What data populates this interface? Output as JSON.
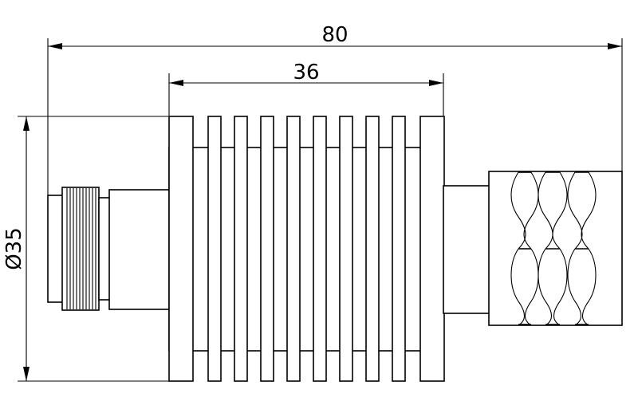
{
  "dimensions": {
    "overall_length": "80",
    "heatsink_length": "36",
    "diameter": "Ø35"
  }
}
